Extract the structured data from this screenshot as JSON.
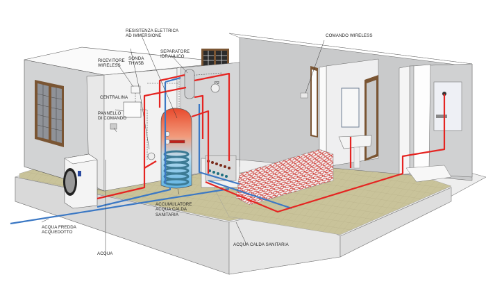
{
  "diagram": {
    "subject": "Heat pump installation with domestic hot water storage and underfloor heating",
    "colors": {
      "hot_pipe": "#e52421",
      "cold_pipe": "#3b78c4",
      "wall": "#d2d3d4",
      "wall_light": "#eeeeef",
      "floor": "#c9c39a",
      "window_frame": "#7a5533",
      "tank_hot": "#ef6b47",
      "tank_cold": "#7cc3e8"
    },
    "labels": {
      "resistenza": "RESISTENZA ELETTRICA\nAD IMMERSIONE",
      "separatore": "SEPARATORE\nIDRAULICO",
      "sonda": "SONDA\nTHW5B",
      "ricevitore": "RICEVITORE\nWIRELESS",
      "centralina": "CENTRALINA",
      "pannello": "PANNELLO\nDI COMANDO",
      "comando_wireless": "COMANDO WIRELESS",
      "accumulatore": "ACCUMULATORE\nACQUA CALDA\nSANITARIA",
      "acqua_fredda": "ACQUA FREDDA\nACQUEDOTTO",
      "acqua": "ACQUA",
      "acqua_calda_sanitaria": "ACQUA CALDA SANITARIA",
      "pump_p2": "P2"
    },
    "components": [
      "outdoor-heat-pump-unit",
      "hot-water-storage-tank",
      "immersion-heater",
      "hydraulic-separator",
      "circulation-pump-p2",
      "control-unit",
      "wireless-receiver",
      "control-panel",
      "wireless-thermostat",
      "underfloor-manifold",
      "underfloor-heating-loops",
      "washbasin",
      "shower"
    ]
  }
}
